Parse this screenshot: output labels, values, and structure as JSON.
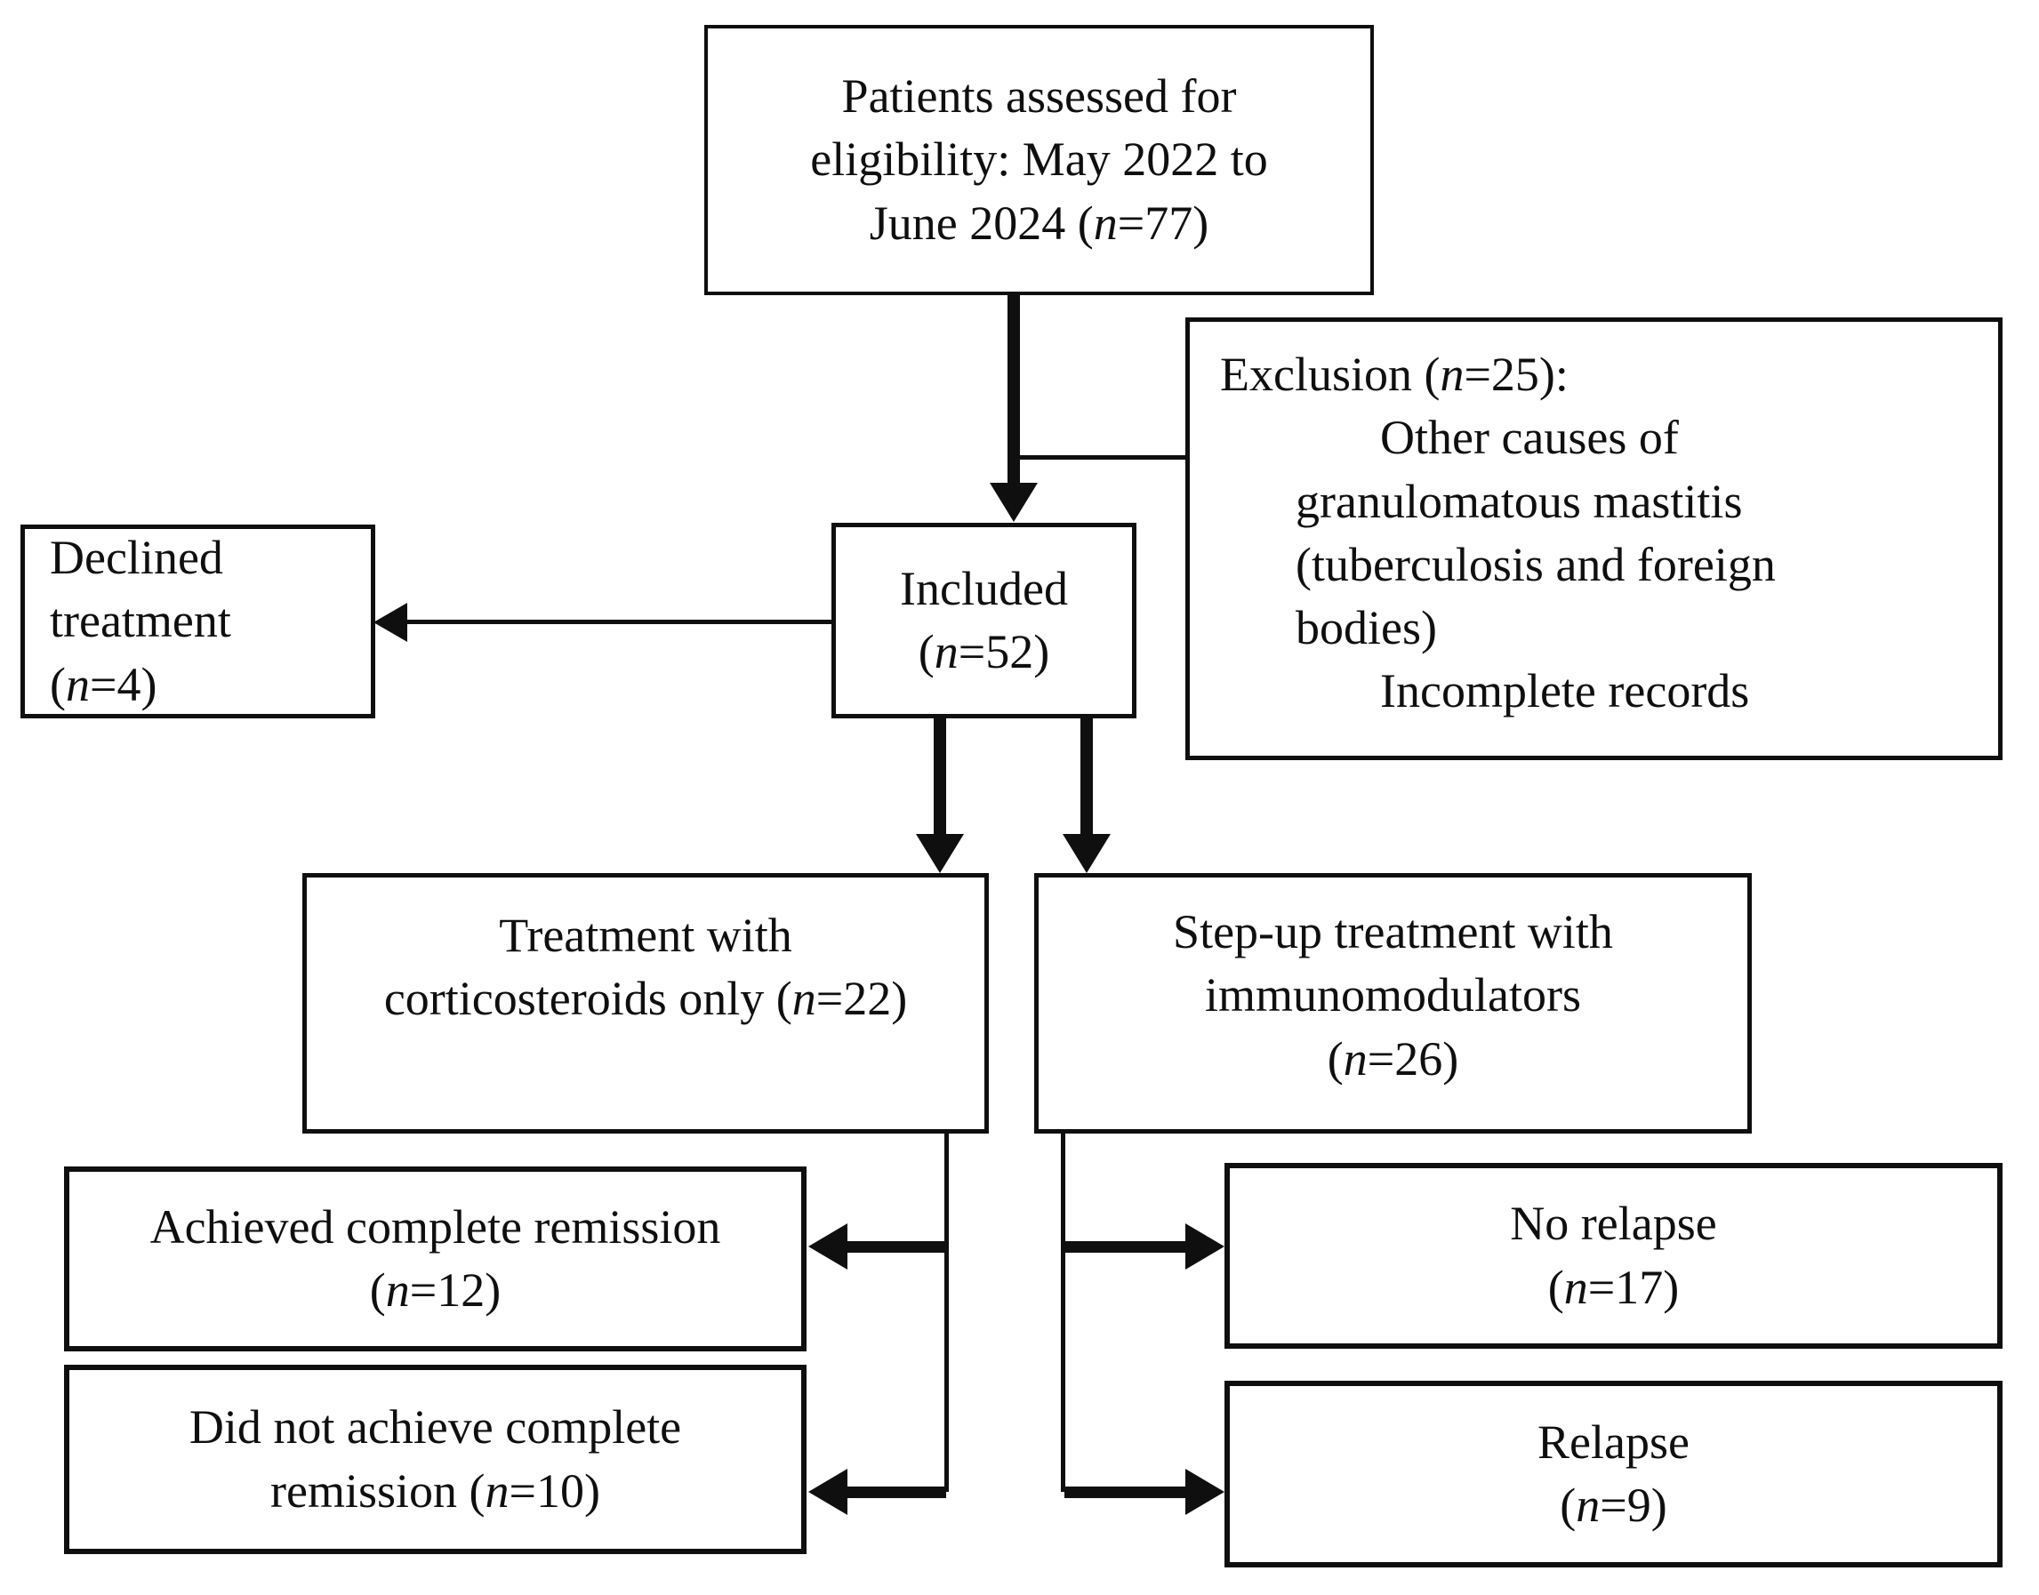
{
  "figure": {
    "kind": "patient-flow-diagram",
    "background_color": "#ffffff",
    "line_color": "#0f0f0f",
    "text_color": "#0f0f0f"
  },
  "nodes": {
    "assessed": {
      "label": "Patients assessed for\neligibility: May 2022 to\nJune 2024 (n=77)"
    },
    "exclusion": {
      "header": "Exclusion (n=25):",
      "items": [
        "Other causes of\ngranulomatous mastitis\n(tuberculosis and foreign\nbodies)",
        "Incomplete records"
      ]
    },
    "declined": {
      "label": "Declined treatment\n(n=4)"
    },
    "included": {
      "label": "Included\n(n=52)"
    },
    "corticosteroids": {
      "label": "Treatment with\ncorticosteroids only (n=22)"
    },
    "stepup": {
      "label": "Step-up treatment with\nimmunomodulators\n(n=26)"
    },
    "remission": {
      "label": "Achieved complete remission\n(n=12)"
    },
    "no_remission": {
      "label": "Did not achieve complete\nremission (n=10)"
    },
    "no_relapse": {
      "label": "No relapse\n(n=17)"
    },
    "relapse": {
      "label": "Relapse\n(n=9)"
    }
  },
  "counts": {
    "assessed_for_eligibility": 77,
    "excluded": 25,
    "declined_treatment": 4,
    "included": 52,
    "corticosteroids_only": 22,
    "stepup_immunomodulators": 26,
    "achieved_complete_remission": 12,
    "did_not_achieve_complete_remission": 10,
    "no_relapse": 17,
    "relapse": 9
  }
}
